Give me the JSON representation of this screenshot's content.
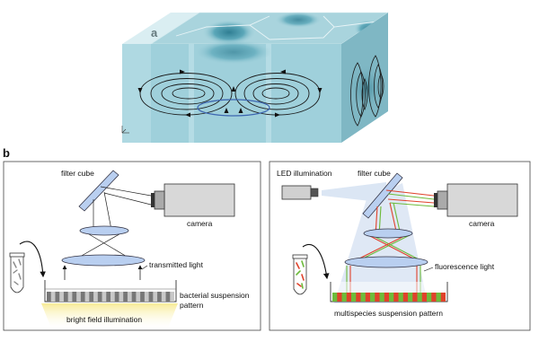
{
  "panel_a": {
    "letter": "a"
  },
  "panel_b": {
    "letter": "b",
    "left": {
      "filter_cube": "filter cube",
      "camera": "camera",
      "transmitted_light": "transmitted light",
      "suspension_pattern_line1": "bacterial suspension",
      "suspension_pattern_line2": "pattern",
      "illumination": "bright field illumination"
    },
    "right": {
      "led_illumination": "LED illumination",
      "filter_cube": "filter cube",
      "camera": "camera",
      "fluorescence_light": "fluorescence light",
      "suspension_pattern": "multispecies suspension pattern"
    }
  },
  "colors": {
    "slab_top": "#a9d4dd",
    "slab_front": "#9fd0db",
    "slab_side": "#7fb7c4",
    "lens": "#b9cff0",
    "camera_body": "#d8d8d8",
    "pattern_dark": "#777777",
    "pattern_light": "#c8c8c8",
    "pattern_green": "#6dbb3b",
    "pattern_red": "#e0422b",
    "glow": "#fbf2b8",
    "beam": "#dbe6f4"
  }
}
